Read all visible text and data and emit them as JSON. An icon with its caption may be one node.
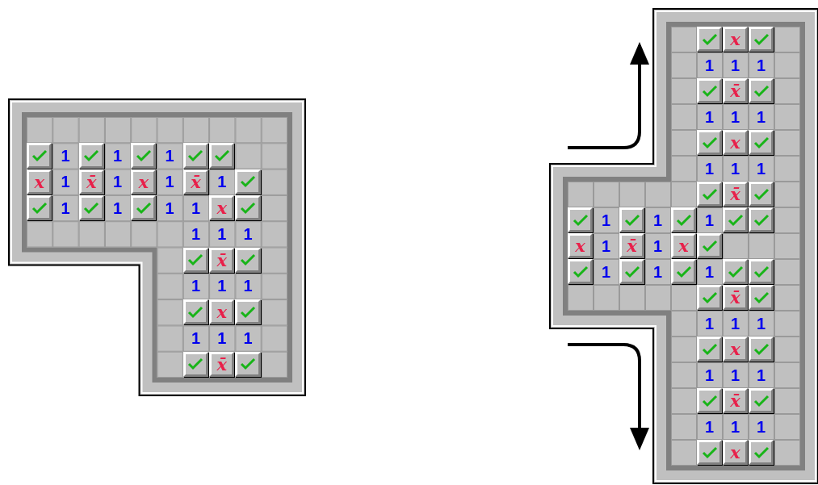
{
  "diagram": {
    "labels": [
      "1",
      "1",
      "1",
      "x",
      "1",
      "x̄",
      "1",
      "x",
      "1",
      "x̄",
      "1",
      "1",
      "1",
      "1",
      "1",
      "x",
      "1",
      "1",
      "1",
      "x̄",
      "1",
      "1",
      "1",
      "x",
      "1",
      "1",
      "1",
      "x̄",
      "x",
      "1",
      "1",
      "1",
      "x̄",
      "1",
      "1",
      "1",
      "x",
      "1",
      "1",
      "1",
      "x̄",
      "1",
      "1",
      "1",
      "x",
      "1",
      "x̄",
      "1",
      "x",
      "1",
      "1",
      "1",
      "x̄",
      "1",
      "1",
      "1",
      "x",
      "1",
      "1",
      "1",
      "x̄",
      "1",
      "1",
      "1",
      "x"
    ]
  }
}
